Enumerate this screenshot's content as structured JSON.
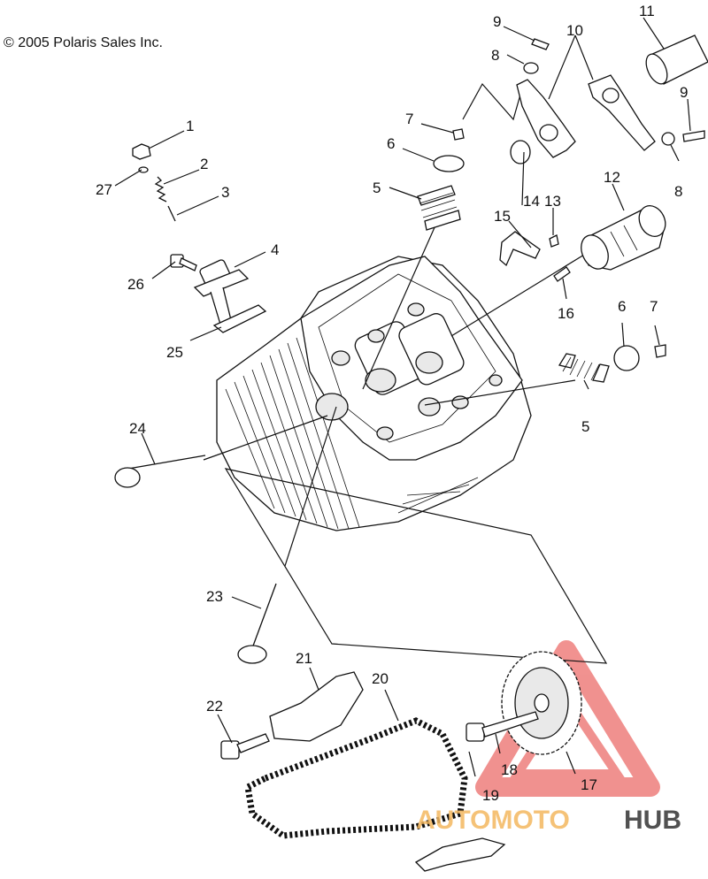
{
  "copyright": "© 2005 Polaris Sales Inc.",
  "watermark": {
    "text_a": "AUTOMOTO",
    "text_b": "HUB",
    "color_a": "#f4b860",
    "color_b": "#333333",
    "logo_color": "#e53935"
  },
  "callouts": [
    {
      "id": "c1",
      "label": "1"
    },
    {
      "id": "c2",
      "label": "2"
    },
    {
      "id": "c3",
      "label": "3"
    },
    {
      "id": "c4",
      "label": "4"
    },
    {
      "id": "c5a",
      "label": "5"
    },
    {
      "id": "c5b",
      "label": "5"
    },
    {
      "id": "c6a",
      "label": "6"
    },
    {
      "id": "c6b",
      "label": "6"
    },
    {
      "id": "c7a",
      "label": "7"
    },
    {
      "id": "c7b",
      "label": "7"
    },
    {
      "id": "c8a",
      "label": "8"
    },
    {
      "id": "c8b",
      "label": "8"
    },
    {
      "id": "c9a",
      "label": "9"
    },
    {
      "id": "c9b",
      "label": "9"
    },
    {
      "id": "c10",
      "label": "10"
    },
    {
      "id": "c11",
      "label": "11"
    },
    {
      "id": "c12",
      "label": "12"
    },
    {
      "id": "c13",
      "label": "13"
    },
    {
      "id": "c14",
      "label": "14"
    },
    {
      "id": "c15",
      "label": "15"
    },
    {
      "id": "c16",
      "label": "16"
    },
    {
      "id": "c17",
      "label": "17"
    },
    {
      "id": "c18",
      "label": "18"
    },
    {
      "id": "c19",
      "label": "19"
    },
    {
      "id": "c20",
      "label": "20"
    },
    {
      "id": "c21",
      "label": "21"
    },
    {
      "id": "c22",
      "label": "22"
    },
    {
      "id": "c23",
      "label": "23"
    },
    {
      "id": "c24",
      "label": "24"
    },
    {
      "id": "c25",
      "label": "25"
    },
    {
      "id": "c26",
      "label": "26"
    },
    {
      "id": "c27",
      "label": "27"
    }
  ]
}
